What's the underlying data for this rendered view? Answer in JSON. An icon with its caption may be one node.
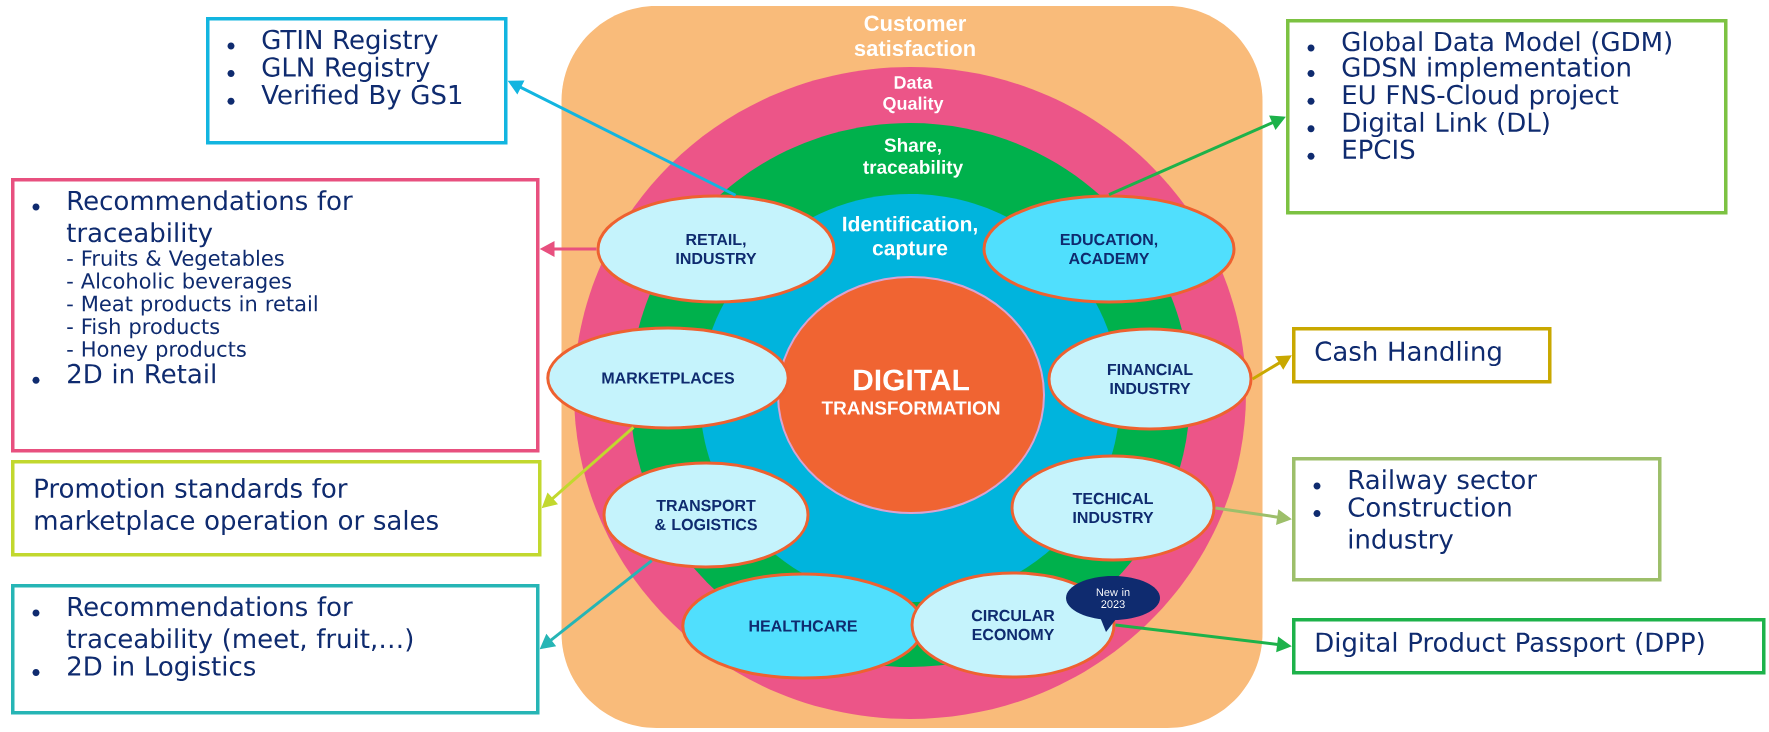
{
  "diagram": {
    "nodes": [
      {
        "text": [
          "Customer satisfaction"
        ]
      },
      {
        "text": [
          "Data Quality"
        ],
        "in": 0
      },
      {
        "text": [
          "Share, traceability"
        ],
        "in": 1
      },
      {
        "text": [
          "Identification, capture"
        ],
        "in": 2
      },
      {
        "text": [
          "DIGITAL",
          "TRANSFORMATION"
        ],
        "in": 3
      },
      {
        "text": [
          "RETAIL, INDUSTRY"
        ],
        "in": 1
      },
      {
        "text": [
          "EDUCATION, ACADEMY"
        ],
        "in": 1
      },
      {
        "text": [
          "MARKETPLACES"
        ],
        "in": 1
      },
      {
        "text": [
          "FINANCIAL INDUSTRY"
        ],
        "in": 1
      },
      {
        "text": [
          "TRANSPORT & LOGISTICS"
        ],
        "in": 1
      },
      {
        "text": [
          "TECHICAL INDUSTRY"
        ],
        "in": 1
      },
      {
        "text": [
          "HEALTHCARE"
        ],
        "in": 1
      },
      {
        "text": [
          "CIRCULAR ECONOMY"
        ],
        "in": 1
      },
      {
        "text": [
          "New in 2023"
        ],
        "in": 1
      },
      {
        "text": [
          "GTIN Registry",
          "GLN Registry",
          "Verified By GS1"
        ]
      },
      {
        "text": [
          "Global Data Model (GDM)",
          "GDSN implementation",
          "EU FNS-Cloud project",
          "Digital Link (DL)",
          "EPCIS"
        ]
      },
      {
        "text": [
          "Recommendations for traceability",
          "- Fruits & Vegetables",
          "- Alcoholic beverages",
          "- Meat products in retail",
          "- Fish products",
          "- Honey products",
          "2D in Retail"
        ]
      },
      {
        "text": [
          "Cash Handling"
        ]
      },
      {
        "text": [
          "Promotion standards for marketplace operation or sales"
        ]
      },
      {
        "text": [
          "Railway sector",
          "Construction industry"
        ]
      },
      {
        "text": [
          "Recommendations for traceability (meet, fruit,…)",
          "2D in Logistics"
        ]
      },
      {
        "text": [
          "Digital Product Passport (DPP)"
        ]
      }
    ],
    "edges": [
      {
        "from": 5,
        "to": 14,
        "arrow": "to",
        "color": "#12b5e0"
      },
      {
        "from": 6,
        "to": 15,
        "arrow": "to",
        "color": "#1db24a"
      },
      {
        "from": 5,
        "to": 16,
        "arrow": "to",
        "color": "#e8507f"
      },
      {
        "from": 8,
        "to": 17,
        "arrow": "to",
        "color": "#c9a800"
      },
      {
        "from": 7,
        "to": 18,
        "arrow": "to",
        "color": "#c2d82e"
      },
      {
        "from": 10,
        "to": 19,
        "arrow": "to",
        "color": "#9dbf6a"
      },
      {
        "from": 9,
        "to": 20,
        "arrow": "to",
        "color": "#26b5b5"
      },
      {
        "from": 12,
        "to": 21,
        "arrow": "to",
        "color": "#1db24a"
      }
    ]
  }
}
